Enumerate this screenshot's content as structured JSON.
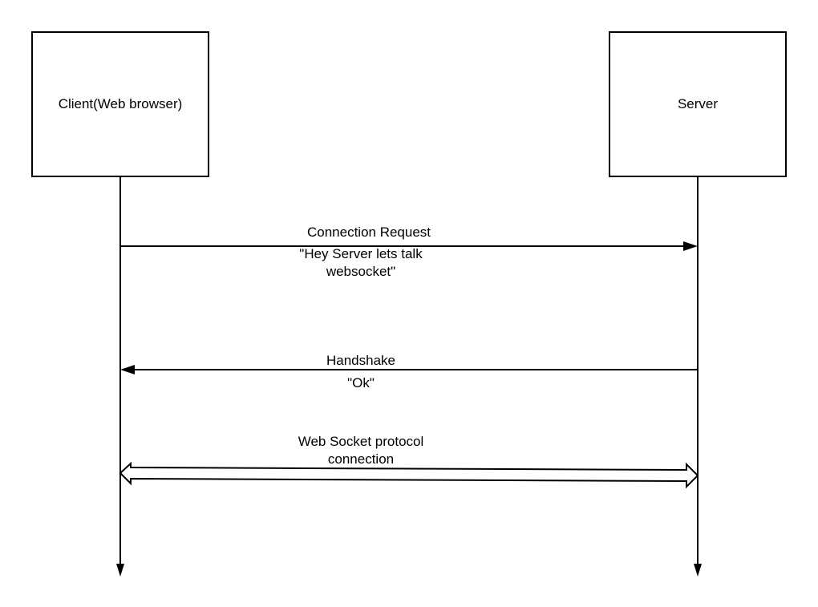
{
  "participants": {
    "client": {
      "label": "Client(Web browser)"
    },
    "server": {
      "label": "Server"
    }
  },
  "messages": {
    "request": {
      "label": "Connection Request",
      "note_line1": "\"Hey Server lets talk",
      "note_line2": "websocket\""
    },
    "handshake": {
      "label": "Handshake",
      "note": "\"Ok\""
    },
    "websocket": {
      "label_line1": "Web Socket protocol",
      "label_line2": "connection"
    }
  }
}
